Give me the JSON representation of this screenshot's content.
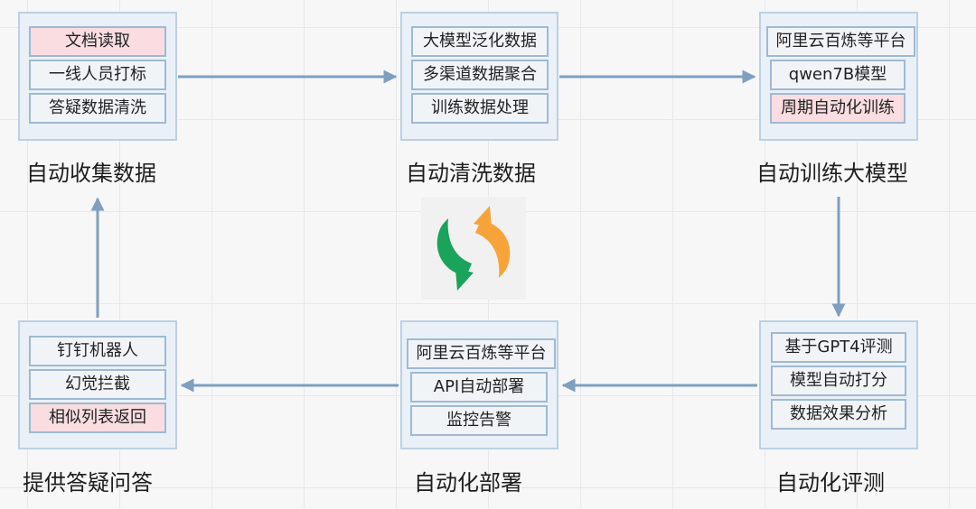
{
  "stages": {
    "collect": {
      "caption": "自动收集数据",
      "items": [
        "文档读取",
        "一线人员打标",
        "答疑数据清洗"
      ]
    },
    "clean": {
      "caption": "自动清洗数据",
      "items": [
        "大模型泛化数据",
        "多渠道数据聚合",
        "训练数据处理"
      ]
    },
    "train": {
      "caption": "自动训练大模型",
      "items": [
        "阿里云百炼等平台",
        "qwen7B模型",
        "周期自动化训练"
      ]
    },
    "evaluate": {
      "caption": "自动化评测",
      "items": [
        "基于GPT4评测",
        "模型自动打分",
        "数据效果分析"
      ]
    },
    "deploy": {
      "caption": "自动化部署",
      "items": [
        "阿里云百炼等平台",
        "API自动部署",
        "监控告警"
      ]
    },
    "qa": {
      "caption": "提供答疑问答",
      "items": [
        "钉钉机器人",
        "幻觉拦截",
        "相似列表返回"
      ]
    }
  },
  "colors": {
    "box_fill": "#e9f0f7",
    "box_border": "#bcd0e4",
    "item_fill": "#f1f4f7",
    "item_pink": "#f9dde1",
    "arrow": "#7f9fc0",
    "cycle_green": "#1aa35a",
    "cycle_orange": "#f6a43a"
  },
  "center_icon": "cycle-refresh-icon"
}
